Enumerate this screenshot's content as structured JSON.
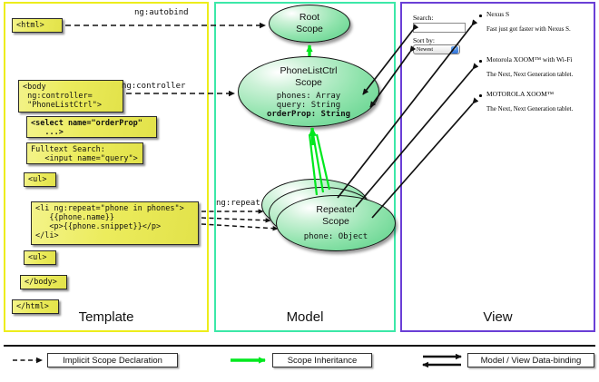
{
  "panels": {
    "template": {
      "label": "Template",
      "border_color": "#eded1c"
    },
    "model": {
      "label": "Model",
      "border_color": "#3ce8a8"
    },
    "view": {
      "label": "View",
      "border_color": "#6a3fd6"
    }
  },
  "template_code": [
    {
      "id": "html-open",
      "text": "<html>"
    },
    {
      "id": "body-open",
      "text": "<body\n ng:controller=\n \"PhoneListCtrl\">"
    },
    {
      "id": "select-tag",
      "text": "<select name=\"orderProp\"\n   ...>"
    },
    {
      "id": "search-tag",
      "text": "Fulltext Search:\n   <input name=\"query\">"
    },
    {
      "id": "ul-open",
      "text": "<ul>"
    },
    {
      "id": "li-repeat",
      "text": "<li ng:repeat=\"phone in phones\">\n   {{phone.name}}\n   <p>{{phone.snippet}}</p>\n</li>"
    },
    {
      "id": "ul-close",
      "text": "<ul>"
    },
    {
      "id": "body-close",
      "text": "</body>"
    },
    {
      "id": "html-close",
      "text": "</html>"
    }
  ],
  "edge_labels": {
    "autobind": "ng:autobind",
    "controller": "ng:controller",
    "repeat": "ng:repeat"
  },
  "scopes": {
    "root": {
      "title_line1": "Root",
      "title_line2": "Scope",
      "props": ""
    },
    "ctrl": {
      "title_line1": "PhoneListCtrl",
      "title_line2": "Scope",
      "prop1": "phones: Array",
      "prop2": "query: String",
      "prop3": "orderProp: String"
    },
    "repeater": {
      "title_line1": "Repeater",
      "title_line2": "Scope",
      "prop1": "phone: Object"
    }
  },
  "view": {
    "search_label": "Search:",
    "search_value": "",
    "sort_label": "Sort by:",
    "sort_selected": "Newest",
    "sort_options": [
      "Newest"
    ],
    "phones": [
      {
        "name": "Nexus S",
        "snippet": "Fast just got faster with Nexus S."
      },
      {
        "name": "Motorola XOOM™  with Wi-Fi",
        "snippet": "The Next, Next Generation tablet."
      },
      {
        "name": "MOTOROLA XOOM™",
        "snippet": "The Next, Next Generation tablet."
      }
    ]
  },
  "legend": [
    {
      "id": "implicit",
      "label": "Implicit Scope Declaration",
      "style": "dashed-arrow",
      "color": "#111111"
    },
    {
      "id": "inherit",
      "label": "Scope Inheritance",
      "style": "solid-arrow",
      "color": "#00e81e"
    },
    {
      "id": "binding",
      "label": "Model / View Data-binding",
      "style": "double-arrow",
      "color": "#111111"
    }
  ]
}
